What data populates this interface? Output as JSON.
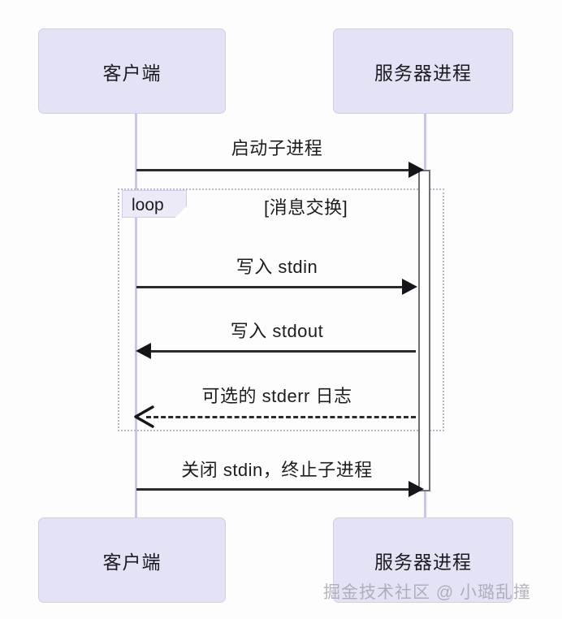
{
  "diagram": {
    "type": "uml-sequence-diagram",
    "background_color": "#fdfdfd",
    "box_fill_color": "#e4e3f5",
    "lifeline_color": "#c9c7e4",
    "line_color": "#2b2b2e"
  },
  "participants": [
    {
      "id": "client",
      "label": "客户端"
    },
    {
      "id": "server",
      "label": "服务器进程"
    }
  ],
  "fragment": {
    "operator": "loop",
    "condition": "[消息交换]"
  },
  "messages": [
    {
      "id": "m1",
      "label": "启动子进程",
      "from": "client",
      "to": "server",
      "style": "solid",
      "arrow": "filled"
    },
    {
      "id": "m2",
      "label": "写入 stdin",
      "from": "client",
      "to": "server",
      "style": "solid",
      "arrow": "filled"
    },
    {
      "id": "m3",
      "label": "写入 stdout",
      "from": "server",
      "to": "client",
      "style": "solid",
      "arrow": "filled"
    },
    {
      "id": "m4",
      "label": "可选的 stderr 日志",
      "from": "server",
      "to": "client",
      "style": "dashed",
      "arrow": "open"
    },
    {
      "id": "m5",
      "label": "关闭 stdin，终止子进程",
      "from": "client",
      "to": "server",
      "style": "solid",
      "arrow": "filled"
    }
  ],
  "watermark": {
    "text": "掘金技术社区 @ 小璐乱撞"
  }
}
